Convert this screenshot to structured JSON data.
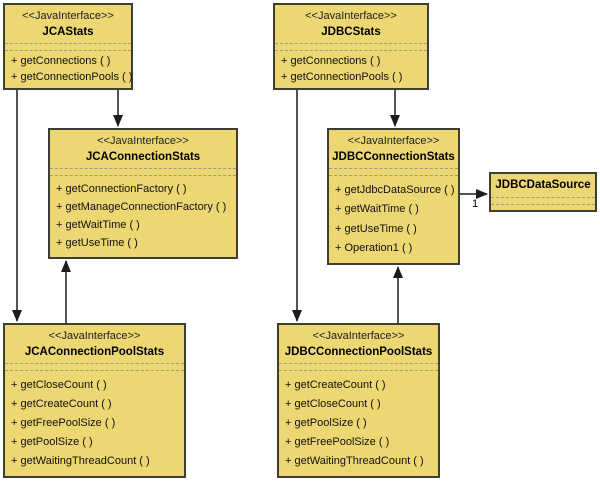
{
  "diagram": {
    "type": "uml-class-diagram",
    "classes": [
      {
        "id": "JCAStats",
        "stereotype": "<<JavaInterface>>",
        "name": "JCAStats",
        "operations": [
          "+ getConnections ( )",
          "+ getConnectionPools ( )"
        ]
      },
      {
        "id": "JDBCStats",
        "stereotype": "<<JavaInterface>>",
        "name": "JDBCStats",
        "operations": [
          "+ getConnections ( )",
          "+ getConnectionPools ( )"
        ]
      },
      {
        "id": "JCAConnectionStats",
        "stereotype": "<<JavaInterface>>",
        "name": "JCAConnectionStats",
        "operations": [
          "+ getConnectionFactory ( )",
          "+ getManageConnectionFactory ( )",
          "+ getWaitTime ( )",
          "+ getUseTime ( )"
        ]
      },
      {
        "id": "JDBCConnectionStats",
        "stereotype": "<<JavaInterface>>",
        "name": "JDBCConnectionStats",
        "operations": [
          "+ getJdbcDataSource ( )",
          "+ getWaitTime ( )",
          "+ getUseTime ( )",
          "+ Operation1 ( )"
        ]
      },
      {
        "id": "JDBCDataSource",
        "stereotype": "",
        "name": "JDBCDataSource",
        "operations": []
      },
      {
        "id": "JCAConnectionPoolStats",
        "stereotype": "<<JavaInterface>>",
        "name": "JCAConnectionPoolStats",
        "operations": [
          "+ getCloseCount ( )",
          "+ getCreateCount ( )",
          "+ getFreePoolSize ( )",
          "+ getPoolSize ( )",
          "+ getWaitingThreadCount ( )"
        ]
      },
      {
        "id": "JDBCConnectionPoolStats",
        "stereotype": "<<JavaInterface>>",
        "name": "JDBCConnectionPoolStats",
        "operations": [
          "+ getCreateCount ( )",
          "+ getCloseCount ( )",
          "+ getPoolSize ( )",
          "+ getFreePoolSize ( )",
          "+ getWaitingThreadCount ( )"
        ]
      }
    ],
    "edges": [
      {
        "from": "JCAStats",
        "to": "JCAConnectionPoolStats",
        "type": "arrow",
        "label": ""
      },
      {
        "from": "JCAStats",
        "to": "JCAConnectionStats",
        "type": "arrow",
        "label": ""
      },
      {
        "from": "JCAConnectionPoolStats",
        "to": "JCAConnectionStats",
        "type": "arrow",
        "label": ""
      },
      {
        "from": "JDBCStats",
        "to": "JDBCConnectionPoolStats",
        "type": "arrow",
        "label": ""
      },
      {
        "from": "JDBCStats",
        "to": "JDBCConnectionStats",
        "type": "arrow",
        "label": ""
      },
      {
        "from": "JDBCConnectionPoolStats",
        "to": "JDBCConnectionStats",
        "type": "arrow",
        "label": ""
      },
      {
        "from": "JDBCConnectionStats",
        "to": "JDBCDataSource",
        "type": "arrow",
        "label": "1"
      }
    ],
    "colors": {
      "box_fill": "#ecd773",
      "box_border": "#3e3e33",
      "separator": "#9c9c8c",
      "arrow": "#1c1c1c",
      "background": "#ffffff"
    }
  }
}
